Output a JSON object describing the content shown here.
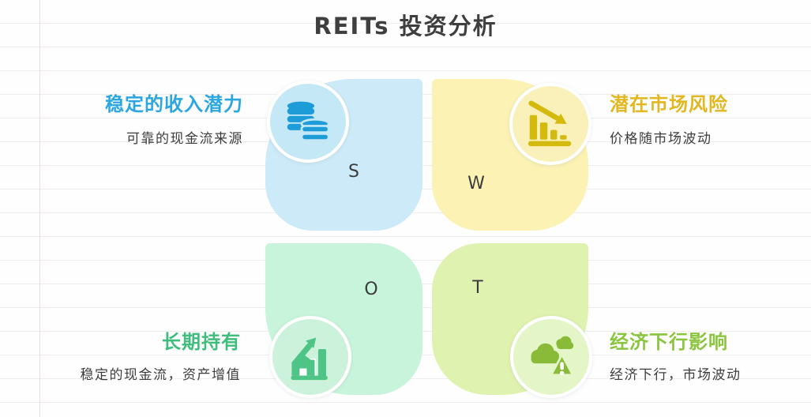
{
  "title": "REITs 投资分析",
  "background": {
    "ruled_line_color": "#f0ecec",
    "margin_line_color": "#e9dcdc",
    "paper_color": "#fefefe"
  },
  "text_colors": {
    "heading": "#3f3f3f",
    "letters": "#3b3b3b",
    "subtitle": "#3d3d3d"
  },
  "quadrants": [
    {
      "id": "strengths",
      "letter": "S",
      "title": "稳定的收入潜力",
      "subtitle": "可靠的现金流来源",
      "icon": "coins-stack-icon",
      "colors": {
        "petal": "#cdeaf8",
        "circle": "#c5e8f7",
        "icon": "#1e9cd7",
        "title": "#2aa7e0"
      }
    },
    {
      "id": "weaknesses",
      "letter": "W",
      "title": "潜在市场风险",
      "subtitle": "价格随市场波动",
      "icon": "declining-bar-chart-icon",
      "colors": {
        "petal": "#fbf2b4",
        "circle": "#faf0ba",
        "icon": "#d3ba0c",
        "title": "#e2b720"
      }
    },
    {
      "id": "opportunities",
      "letter": "O",
      "title": "长期持有",
      "subtitle": "稳定的现金流，资产增值",
      "icon": "house-growth-chart-icon",
      "colors": {
        "petal": "#c8f4db",
        "circle": "#ccf2dc",
        "icon": "#4fc487",
        "title": "#3fbd7c"
      }
    },
    {
      "id": "threats",
      "letter": "T",
      "title": "经济下行影响",
      "subtitle": "经济下行，市场波动",
      "icon": "storm-cloud-warning-icon",
      "colors": {
        "petal": "#dff2af",
        "circle": "#e4f5c8",
        "icon": "#8abb38",
        "title": "#8bc53f"
      }
    }
  ]
}
